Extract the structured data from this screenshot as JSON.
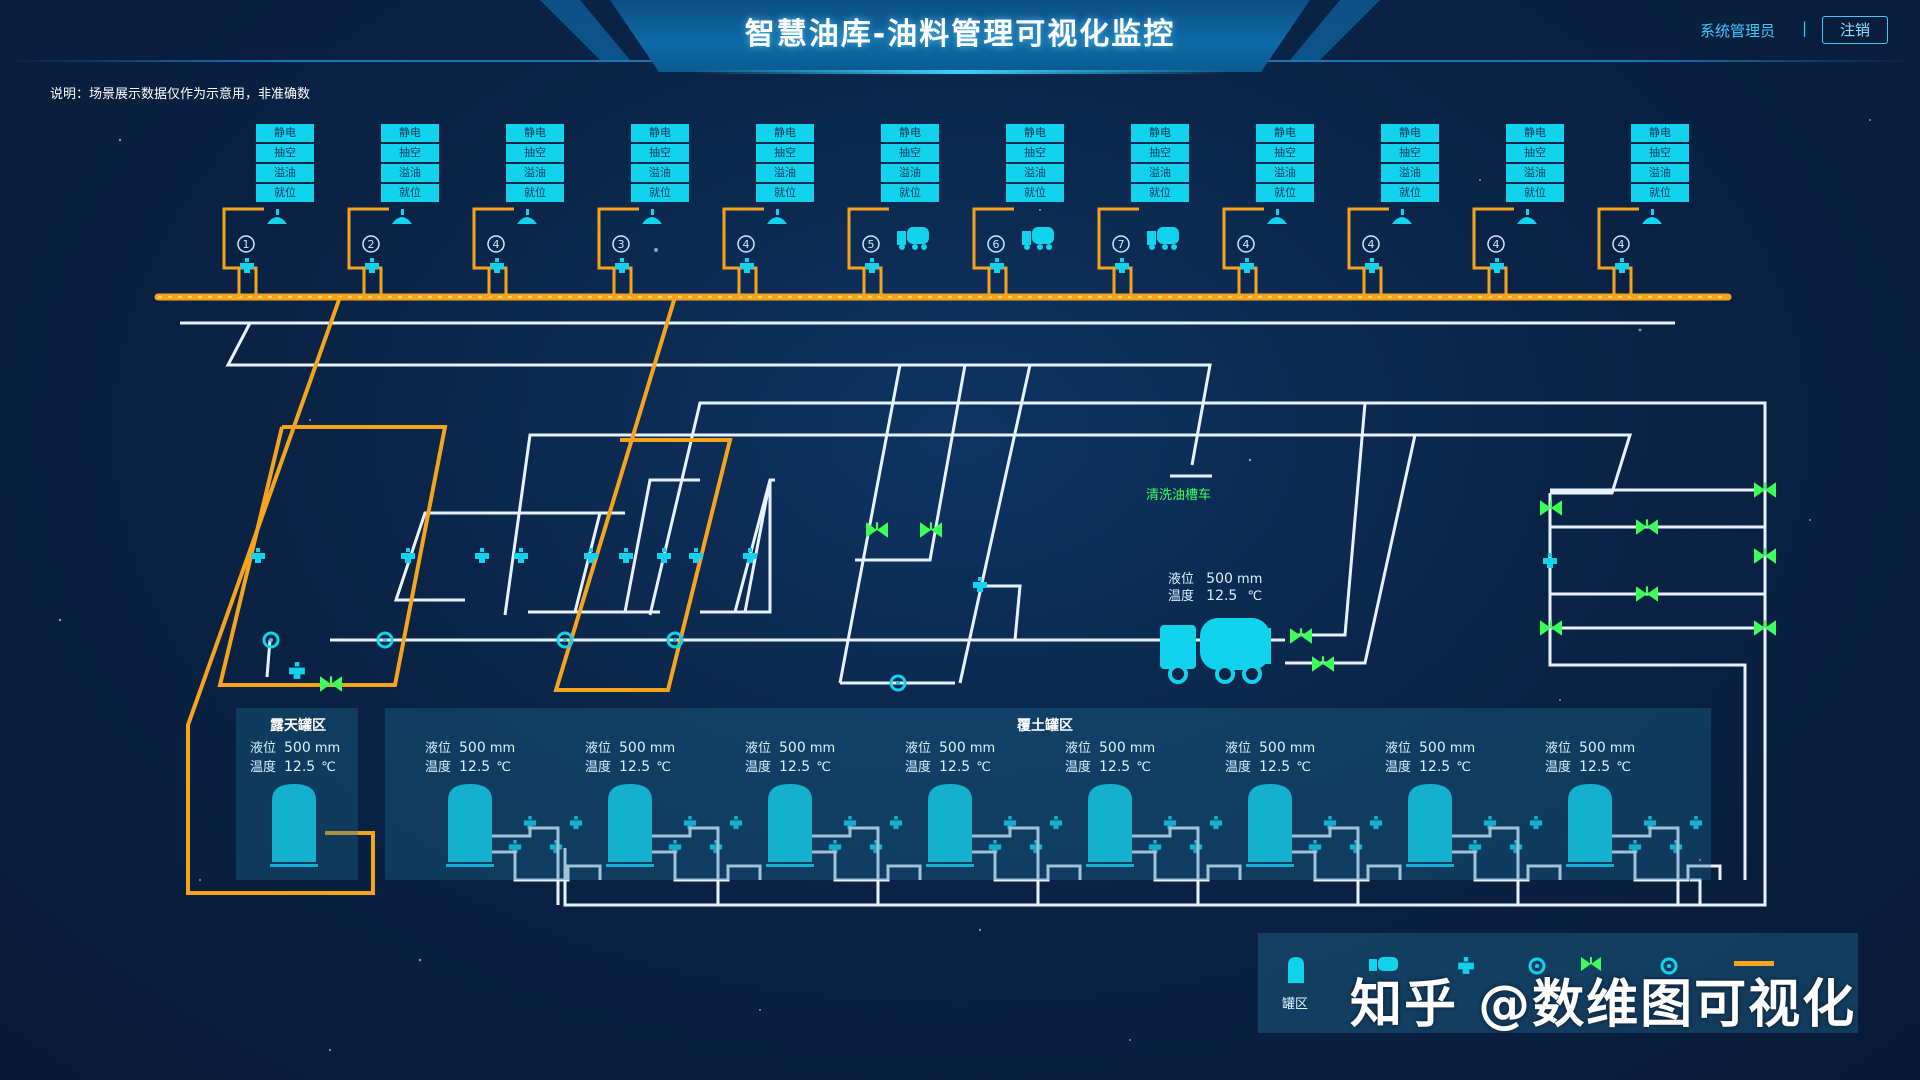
{
  "header": {
    "title": "智慧油库-油料管理可视化监控",
    "user": "系统管理员",
    "separator": "|",
    "logout_label": "注销"
  },
  "note": "说明：场景展示数据仅作为示意用，非准确数",
  "colors": {
    "pipe_orange": "#f7a41d",
    "pipe_white": "#e8f2ff",
    "accent_cyan": "#11d3ee",
    "valve_green": "#3cff5a",
    "header_blue": "#0e6aa6"
  },
  "stations": [
    {
      "rows": [
        "静电",
        "抽空",
        "溢油",
        "就位"
      ],
      "badge": "1",
      "equipment": "nozzle"
    },
    {
      "rows": [
        "静电",
        "抽空",
        "溢油",
        "就位"
      ],
      "badge": "2",
      "equipment": "nozzle"
    },
    {
      "rows": [
        "静电",
        "抽空",
        "溢油",
        "就位"
      ],
      "badge": "4",
      "equipment": "nozzle"
    },
    {
      "rows": [
        "静电",
        "抽空",
        "溢油",
        "就位"
      ],
      "badge": "3",
      "equipment": "nozzle"
    },
    {
      "rows": [
        "静电",
        "抽空",
        "溢油",
        "就位"
      ],
      "badge": "4",
      "equipment": "nozzle"
    },
    {
      "rows": [
        "静电",
        "抽空",
        "溢油",
        "就位"
      ],
      "badge": "5",
      "equipment": "truck"
    },
    {
      "rows": [
        "静电",
        "抽空",
        "溢油",
        "就位"
      ],
      "badge": "6",
      "equipment": "truck"
    },
    {
      "rows": [
        "静电",
        "抽空",
        "溢油",
        "就位"
      ],
      "badge": "7",
      "equipment": "truck"
    },
    {
      "rows": [
        "静电",
        "抽空",
        "溢油",
        "就位"
      ],
      "badge": "4",
      "equipment": "nozzle"
    },
    {
      "rows": [
        "静电",
        "抽空",
        "溢油",
        "就位"
      ],
      "badge": "4",
      "equipment": "nozzle"
    },
    {
      "rows": [
        "静电",
        "抽空",
        "溢油",
        "就位"
      ],
      "badge": "4",
      "equipment": "nozzle"
    },
    {
      "rows": [
        "静电",
        "抽空",
        "溢油",
        "就位"
      ],
      "badge": "4",
      "equipment": "nozzle"
    }
  ],
  "cleaning_truck_label": "清洗油槽车",
  "truck": {
    "level_label": "液位",
    "level_value": "500",
    "level_unit": "mm",
    "temp_label": "温度",
    "temp_value": "12.5",
    "temp_unit": "℃"
  },
  "zones": {
    "open": {
      "title": "露天罐区",
      "tanks": [
        {
          "level_label": "液位",
          "level_value": "500",
          "level_unit": "mm",
          "temp_label": "温度",
          "temp_value": "12.5",
          "temp_unit": "℃"
        }
      ]
    },
    "covered": {
      "title": "覆土罐区",
      "tanks": [
        {
          "level_label": "液位",
          "level_value": "500",
          "level_unit": "mm",
          "temp_label": "温度",
          "temp_value": "12.5",
          "temp_unit": "℃"
        },
        {
          "level_label": "液位",
          "level_value": "500",
          "level_unit": "mm",
          "temp_label": "温度",
          "temp_value": "12.5",
          "temp_unit": "℃"
        },
        {
          "level_label": "液位",
          "level_value": "500",
          "level_unit": "mm",
          "temp_label": "温度",
          "temp_value": "12.5",
          "temp_unit": "℃"
        },
        {
          "level_label": "液位",
          "level_value": "500",
          "level_unit": "mm",
          "temp_label": "温度",
          "temp_value": "12.5",
          "temp_unit": "℃"
        },
        {
          "level_label": "液位",
          "level_value": "500",
          "level_unit": "mm",
          "temp_label": "温度",
          "temp_value": "12.5",
          "temp_unit": "℃"
        },
        {
          "level_label": "液位",
          "level_value": "500",
          "level_unit": "mm",
          "temp_label": "温度",
          "temp_value": "12.5",
          "temp_unit": "℃"
        },
        {
          "level_label": "液位",
          "level_value": "500",
          "level_unit": "mm",
          "temp_label": "温度",
          "temp_value": "12.5",
          "temp_unit": "℃"
        },
        {
          "level_label": "液位",
          "level_value": "500",
          "level_unit": "mm",
          "temp_label": "温度",
          "temp_value": "12.5",
          "temp_unit": "℃"
        }
      ]
    }
  },
  "legend": {
    "tank_label": "罐区"
  },
  "watermark": "知乎 @数维图可视化"
}
